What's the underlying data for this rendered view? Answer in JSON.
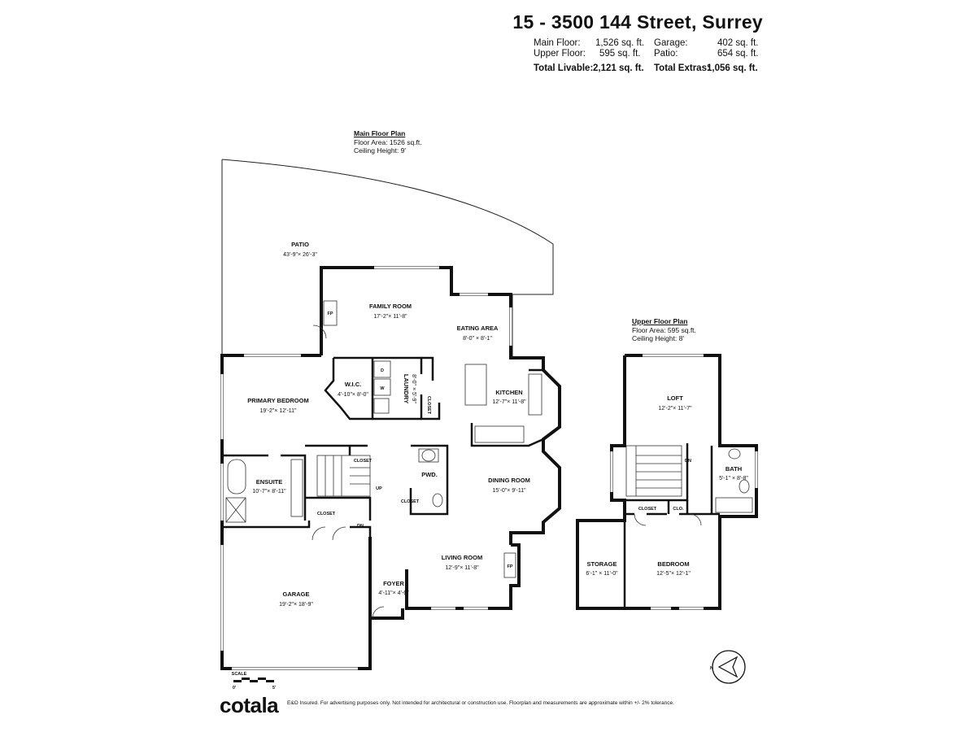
{
  "header": {
    "address": "15 - 3500 144 Street, Surrey",
    "main_floor_label": "Main Floor:",
    "main_floor_value": "1,526 sq. ft.",
    "upper_floor_label": "Upper Floor:",
    "upper_floor_value": "595 sq. ft.",
    "garage_label": "Garage:",
    "garage_value": "402 sq. ft.",
    "patio_label": "Patio:",
    "patio_value": "654 sq. ft.",
    "total_livable_label": "Total Livable:",
    "total_livable_value": "2,121 sq. ft.",
    "total_extras_label": "Total Extras:",
    "total_extras_value": "1,056 sq. ft."
  },
  "main_plan": {
    "title": "Main Floor Plan",
    "area": "Floor Area: 1526 sq.ft.",
    "ceiling": "Ceiling Height: 9'"
  },
  "upper_plan": {
    "title": "Upper Floor Plan",
    "area": "Floor Area: 595 sq.ft.",
    "ceiling": "Ceiling Height: 8'"
  },
  "rooms": {
    "patio": {
      "name": "PATIO",
      "dim": "43'-9\"× 26'-3\""
    },
    "family_room": {
      "name": "FAMILY ROOM",
      "dim": "17'-2\"× 11'-8\""
    },
    "eating_area": {
      "name": "EATING AREA",
      "dim": "8'-0\" × 8'-1\""
    },
    "kitchen": {
      "name": "KITCHEN",
      "dim": "12'-7\"× 11'-8\""
    },
    "wic": {
      "name": "W.I.C.",
      "dim": "4'-10\"× 8'-0\""
    },
    "laundry": {
      "name": "LAUNDRY",
      "dim": "8'-0\" × 5'-9\""
    },
    "primary_bedroom": {
      "name": "PRIMARY BEDROOM",
      "dim": "19'-2\"× 12'-11\""
    },
    "ensuite": {
      "name": "ENSUITE",
      "dim": "10'-7\"× 8'-11\""
    },
    "pwd": {
      "name": "PWD."
    },
    "dining_room": {
      "name": "DINING ROOM",
      "dim": "15'-0\"× 9'-11\""
    },
    "living_room": {
      "name": "LIVING ROOM",
      "dim": "12'-9\"× 11'-8\""
    },
    "foyer": {
      "name": "FOYER",
      "dim": "4'-11\"× 4'-6\""
    },
    "garage": {
      "name": "GARAGE",
      "dim": "19'-2\"× 18'-9\""
    },
    "loft": {
      "name": "LOFT",
      "dim": "12'-2\"× 11'-7\""
    },
    "bath": {
      "name": "BATH",
      "dim": "5'-1\" × 8'-8\""
    },
    "bedroom": {
      "name": "BEDROOM",
      "dim": "12'-5\"× 12'-1\""
    },
    "storage": {
      "name": "STORAGE",
      "dim": "6'-1\" × 11'-0\""
    }
  },
  "small_labels": {
    "fp": "FP",
    "closet": "CLOSET",
    "clo": "CLO.",
    "up": "UP",
    "dn": "DN",
    "d": "D",
    "w": "W"
  },
  "scale": {
    "title": "SCALE",
    "start": "0'",
    "end": "5'"
  },
  "compass": {
    "letter": "N"
  },
  "footer": {
    "logo": "cotala",
    "disclaimer": "E&O Insured. For advertising purposes only. Not intended for architectural or construction use. Floorplan and measurements are approximate within +/- 2% tolerance."
  }
}
